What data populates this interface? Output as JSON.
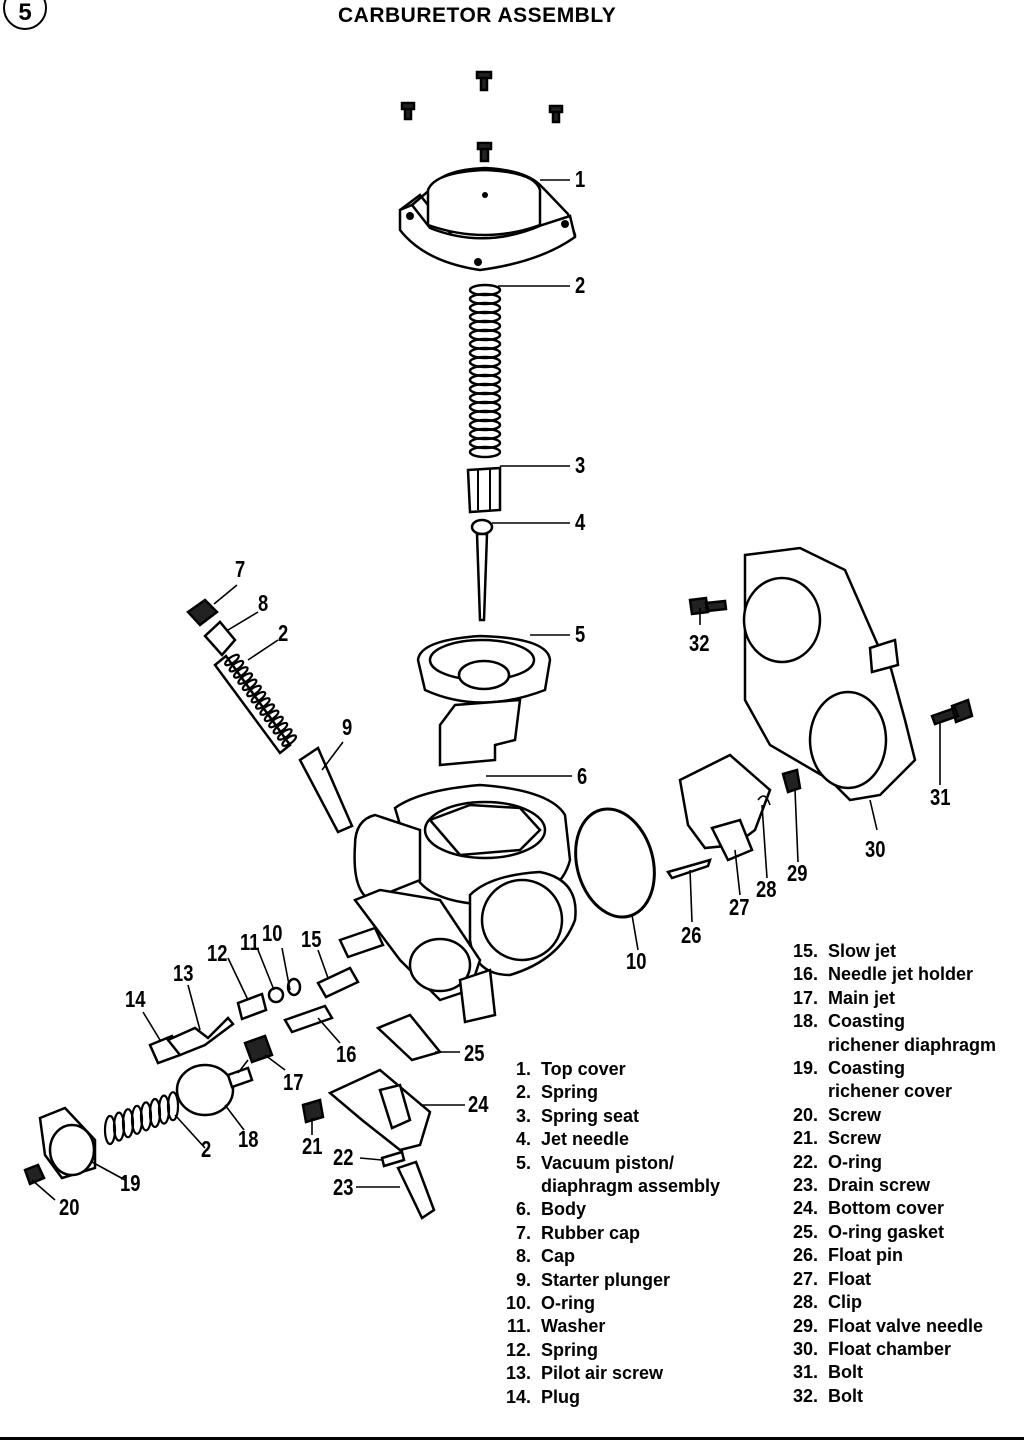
{
  "page_number": "5",
  "title": "CARBURETOR ASSEMBLY",
  "callouts": {
    "c1": "1",
    "c2a": "2",
    "c3": "3",
    "c4": "4",
    "c5": "5",
    "c6": "6",
    "c7": "7",
    "c8": "8",
    "c2b": "2",
    "c9": "9",
    "c32": "32",
    "c31": "31",
    "c30": "30",
    "c29": "29",
    "c28": "28",
    "c27": "27",
    "c26": "26",
    "c10a": "10",
    "c10b": "10",
    "c11": "11",
    "c12": "12",
    "c13": "13",
    "c14": "14",
    "c15": "15",
    "c16": "16",
    "c17": "17",
    "c18": "18",
    "c2c": "2",
    "c19": "19",
    "c20": "20",
    "c21": "21",
    "c22": "22",
    "c23": "23",
    "c24": "24",
    "c25": "25"
  },
  "legend_left": [
    {
      "num": "1.",
      "name": "Top cover"
    },
    {
      "num": "2.",
      "name": "Spring"
    },
    {
      "num": "3.",
      "name": "Spring seat"
    },
    {
      "num": "4.",
      "name": "Jet needle"
    },
    {
      "num": "5.",
      "name": "Vacuum piston/",
      "cont": "diaphragm assembly"
    },
    {
      "num": "6.",
      "name": "Body"
    },
    {
      "num": "7.",
      "name": "Rubber cap"
    },
    {
      "num": "8.",
      "name": "Cap"
    },
    {
      "num": "9.",
      "name": "Starter plunger"
    },
    {
      "num": "10.",
      "name": "O-ring"
    },
    {
      "num": "11.",
      "name": "Washer"
    },
    {
      "num": "12.",
      "name": "Spring"
    },
    {
      "num": "13.",
      "name": "Pilot air screw"
    },
    {
      "num": "14.",
      "name": "Plug"
    }
  ],
  "legend_right": [
    {
      "num": "15.",
      "name": "Slow jet"
    },
    {
      "num": "16.",
      "name": "Needle jet holder"
    },
    {
      "num": "17.",
      "name": "Main jet"
    },
    {
      "num": "18.",
      "name": "Coasting",
      "cont": "richener diaphragm"
    },
    {
      "num": "19.",
      "name": "Coasting",
      "cont": "richener cover"
    },
    {
      "num": "20.",
      "name": "Screw"
    },
    {
      "num": "21.",
      "name": "Screw"
    },
    {
      "num": "22.",
      "name": "O-ring"
    },
    {
      "num": "23.",
      "name": "Drain screw"
    },
    {
      "num": "24.",
      "name": "Bottom cover"
    },
    {
      "num": "25.",
      "name": "O-ring gasket"
    },
    {
      "num": "26.",
      "name": "Float pin"
    },
    {
      "num": "27.",
      "name": "Float"
    },
    {
      "num": "28.",
      "name": "Clip"
    },
    {
      "num": "29.",
      "name": "Float valve needle"
    },
    {
      "num": "30.",
      "name": "Float chamber"
    },
    {
      "num": "31.",
      "name": "Bolt"
    },
    {
      "num": "32.",
      "name": "Bolt"
    }
  ]
}
